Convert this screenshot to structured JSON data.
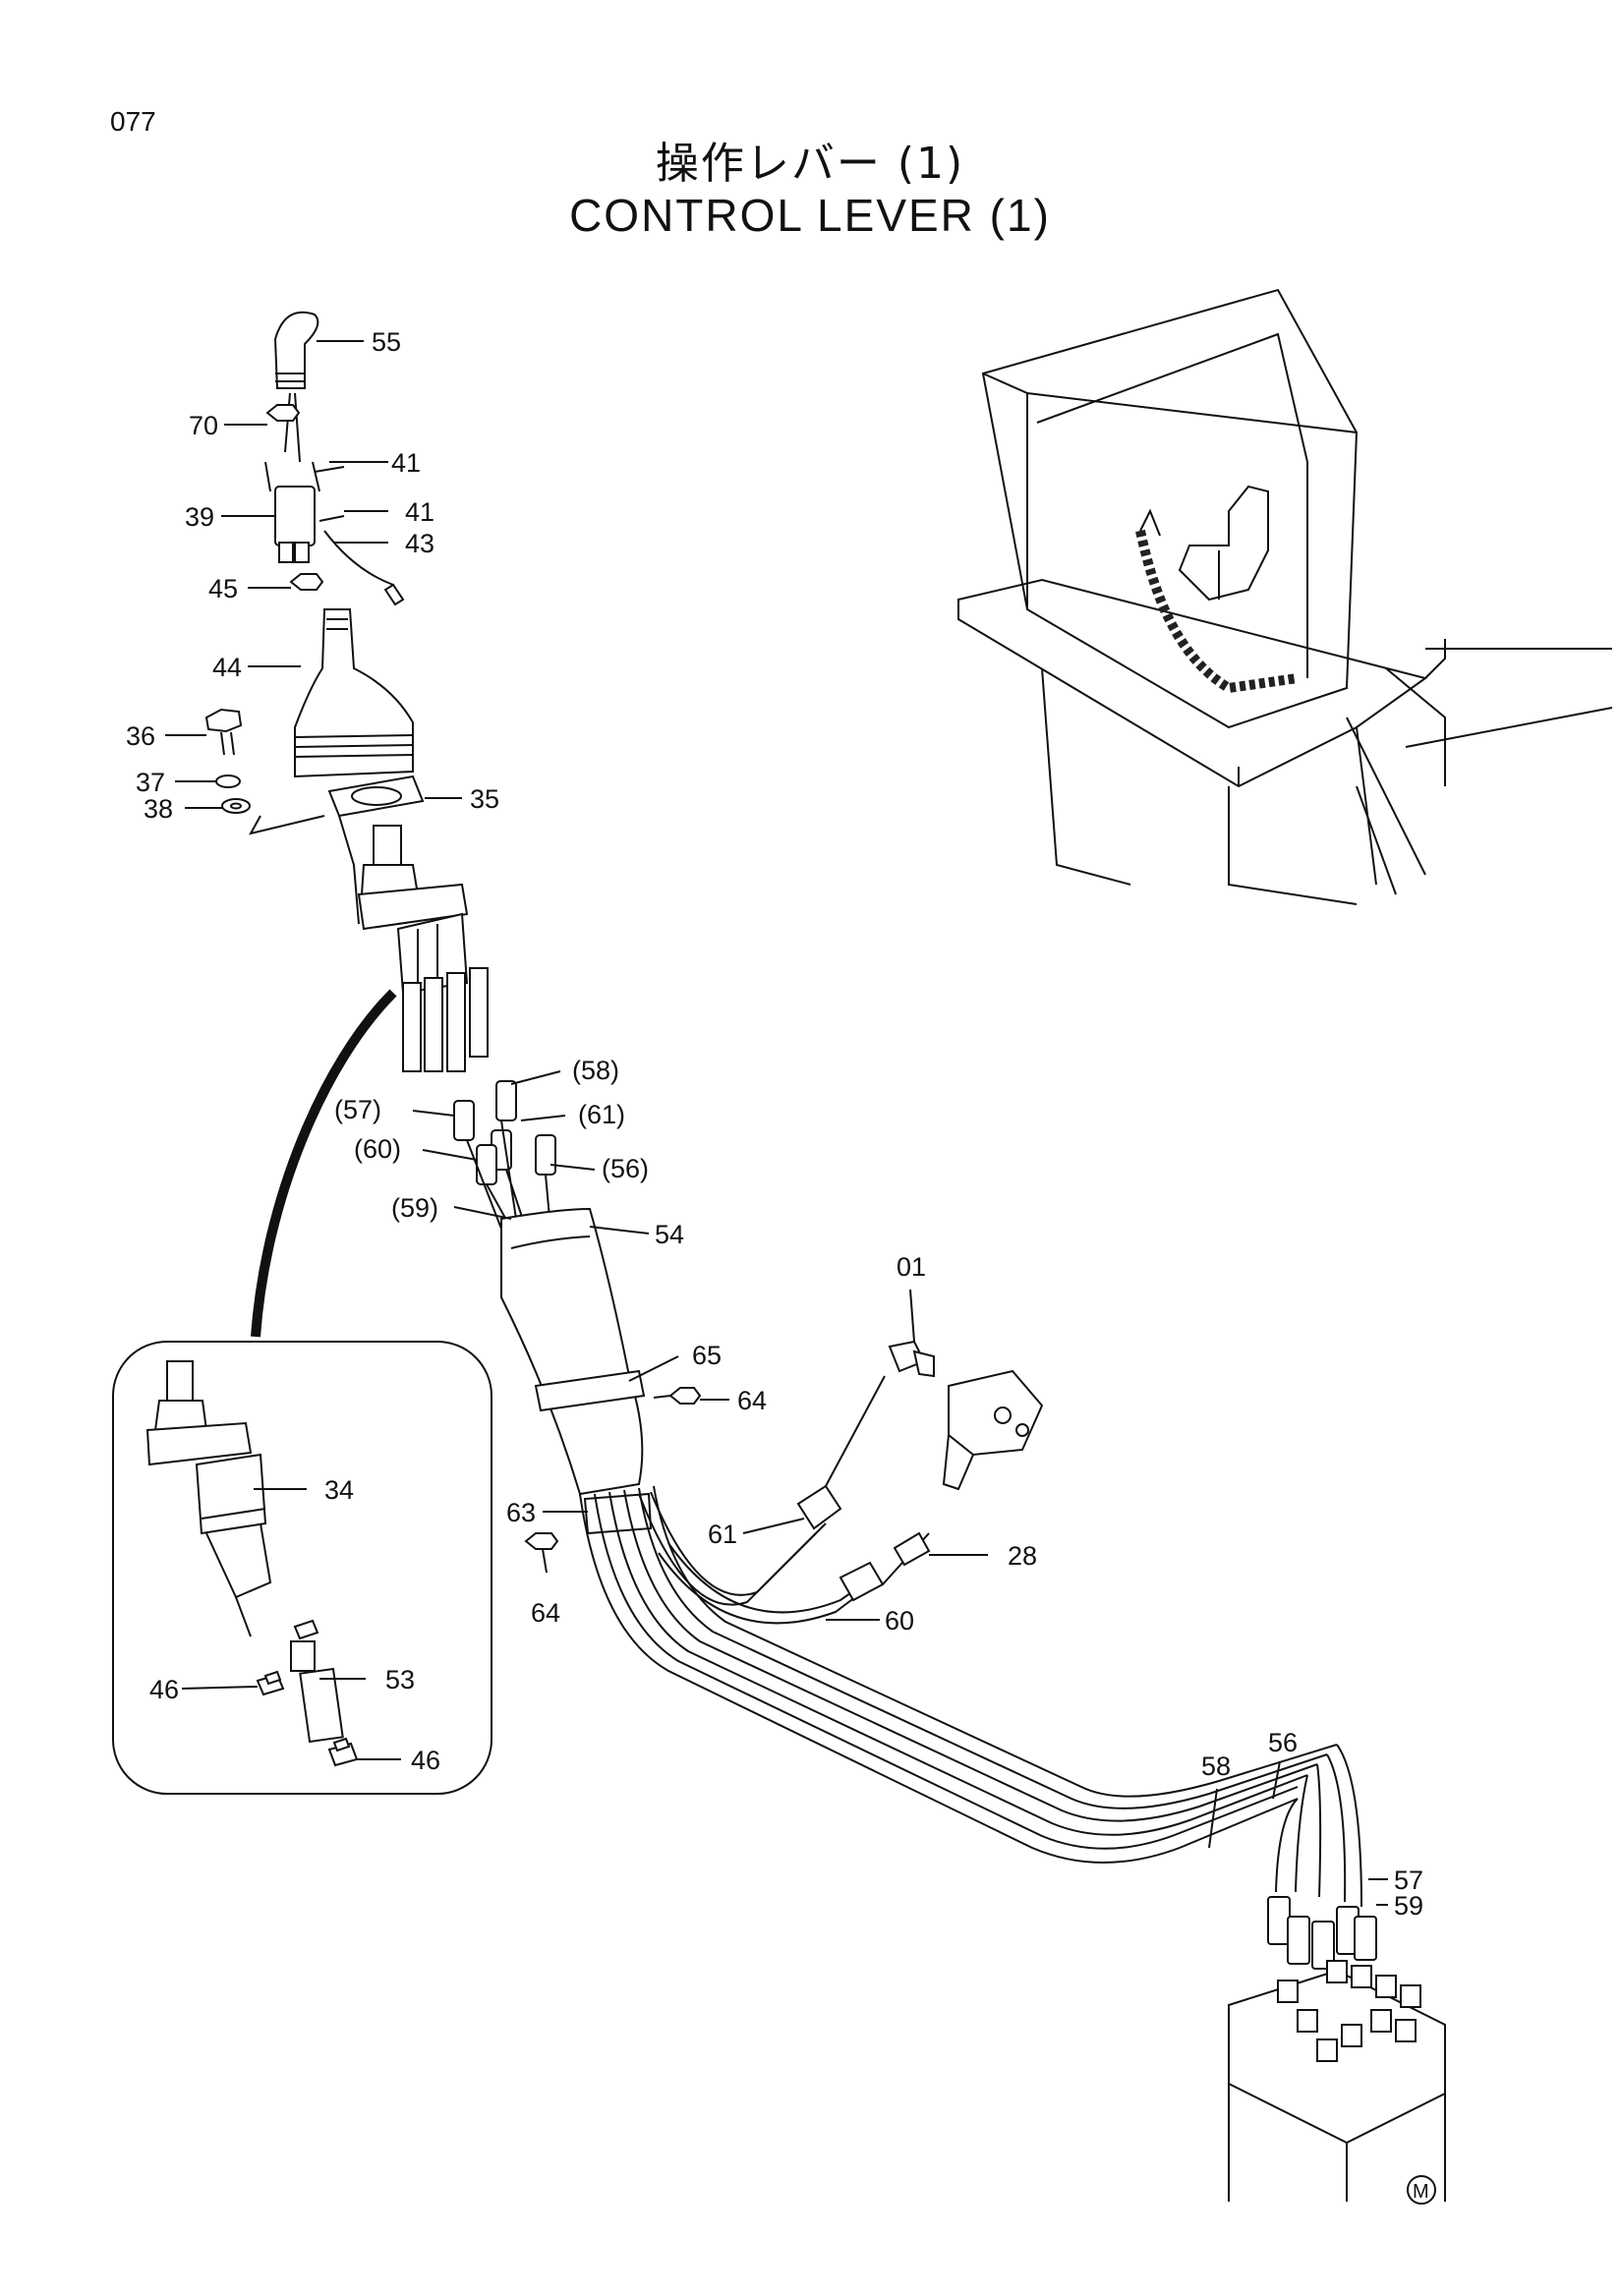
{
  "page_number": "077",
  "title_jp": "操作レバー (1)",
  "title_en": "CONTROL LEVER (1)",
  "footer_mark": "M",
  "callouts": {
    "c55": "55",
    "c70": "70",
    "c41a": "41",
    "c39": "39",
    "c41b": "41",
    "c43": "43",
    "c45": "45",
    "c44": "44",
    "c36": "36",
    "c37": "37",
    "c38": "38",
    "c35": "35",
    "c58p": "(58)",
    "c57p": "(57)",
    "c61p": "(61)",
    "c60p": "(60)",
    "c56p": "(56)",
    "c59p": "(59)",
    "c54": "54",
    "c01": "01",
    "c65": "65",
    "c64a": "64",
    "c34": "34",
    "c63": "63",
    "c61": "61",
    "c28": "28",
    "c64b": "64",
    "c60": "60",
    "c46a": "46",
    "c53": "53",
    "c46b": "46",
    "c58": "58",
    "c56": "56",
    "c57": "57",
    "c59": "59"
  }
}
